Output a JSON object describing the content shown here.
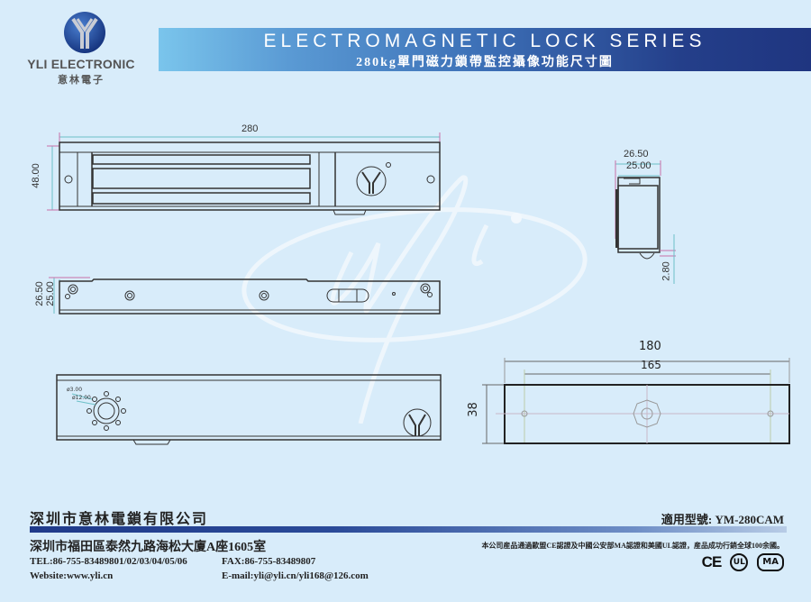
{
  "header": {
    "logo_text": "YLI ELECTRONIC",
    "logo_cn": "意林電子",
    "title": "ELECTROMAGNETIC LOCK SERIES",
    "subtitle": "280kg單門磁力鎖帶監控攝像功能尺寸圖"
  },
  "drawings": {
    "front_view": {
      "width_label": "280",
      "height_label": "48.00"
    },
    "side_view": {
      "outer_label": "26.50",
      "inner_label": "25.00",
      "offset_label": "2.80"
    },
    "top_view": {
      "outer_label": "26.50",
      "inner_label": "25.00"
    },
    "camera_view": {
      "hole_small_label": "ø3.00",
      "hole_large_label": "ø12.00"
    },
    "armature_plate": {
      "length_label": "180",
      "hole_spacing_label": "165",
      "height_label": "38"
    }
  },
  "footer": {
    "company_name": "深圳市意林電鎖有限公司",
    "model": "適用型號:  YM-280CAM",
    "address": "深圳市福田區泰然九路海松大廈A座1605室",
    "tel": "TEL:86-755-83489801/02/03/04/05/06",
    "fax": "FAX:86-755-83489807",
    "website": "Website:www.yli.cn",
    "email": "E-mail:yli@yli.cn/yli168@126.com",
    "cert_text": "本公司産品通過歐盟CE認證及中國公安部MA認證和美國UL認證，産品成功行銷全球100余國。",
    "cert_badges": [
      "CE",
      "UL",
      "MA"
    ]
  },
  "colors": {
    "background": "#d8ecfa",
    "banner_dark": "#1f3580",
    "banner_light": "#7ac5ec",
    "line": "#333333",
    "dim_line": "#6cc0c8",
    "dim_ext": "#c870a8"
  }
}
